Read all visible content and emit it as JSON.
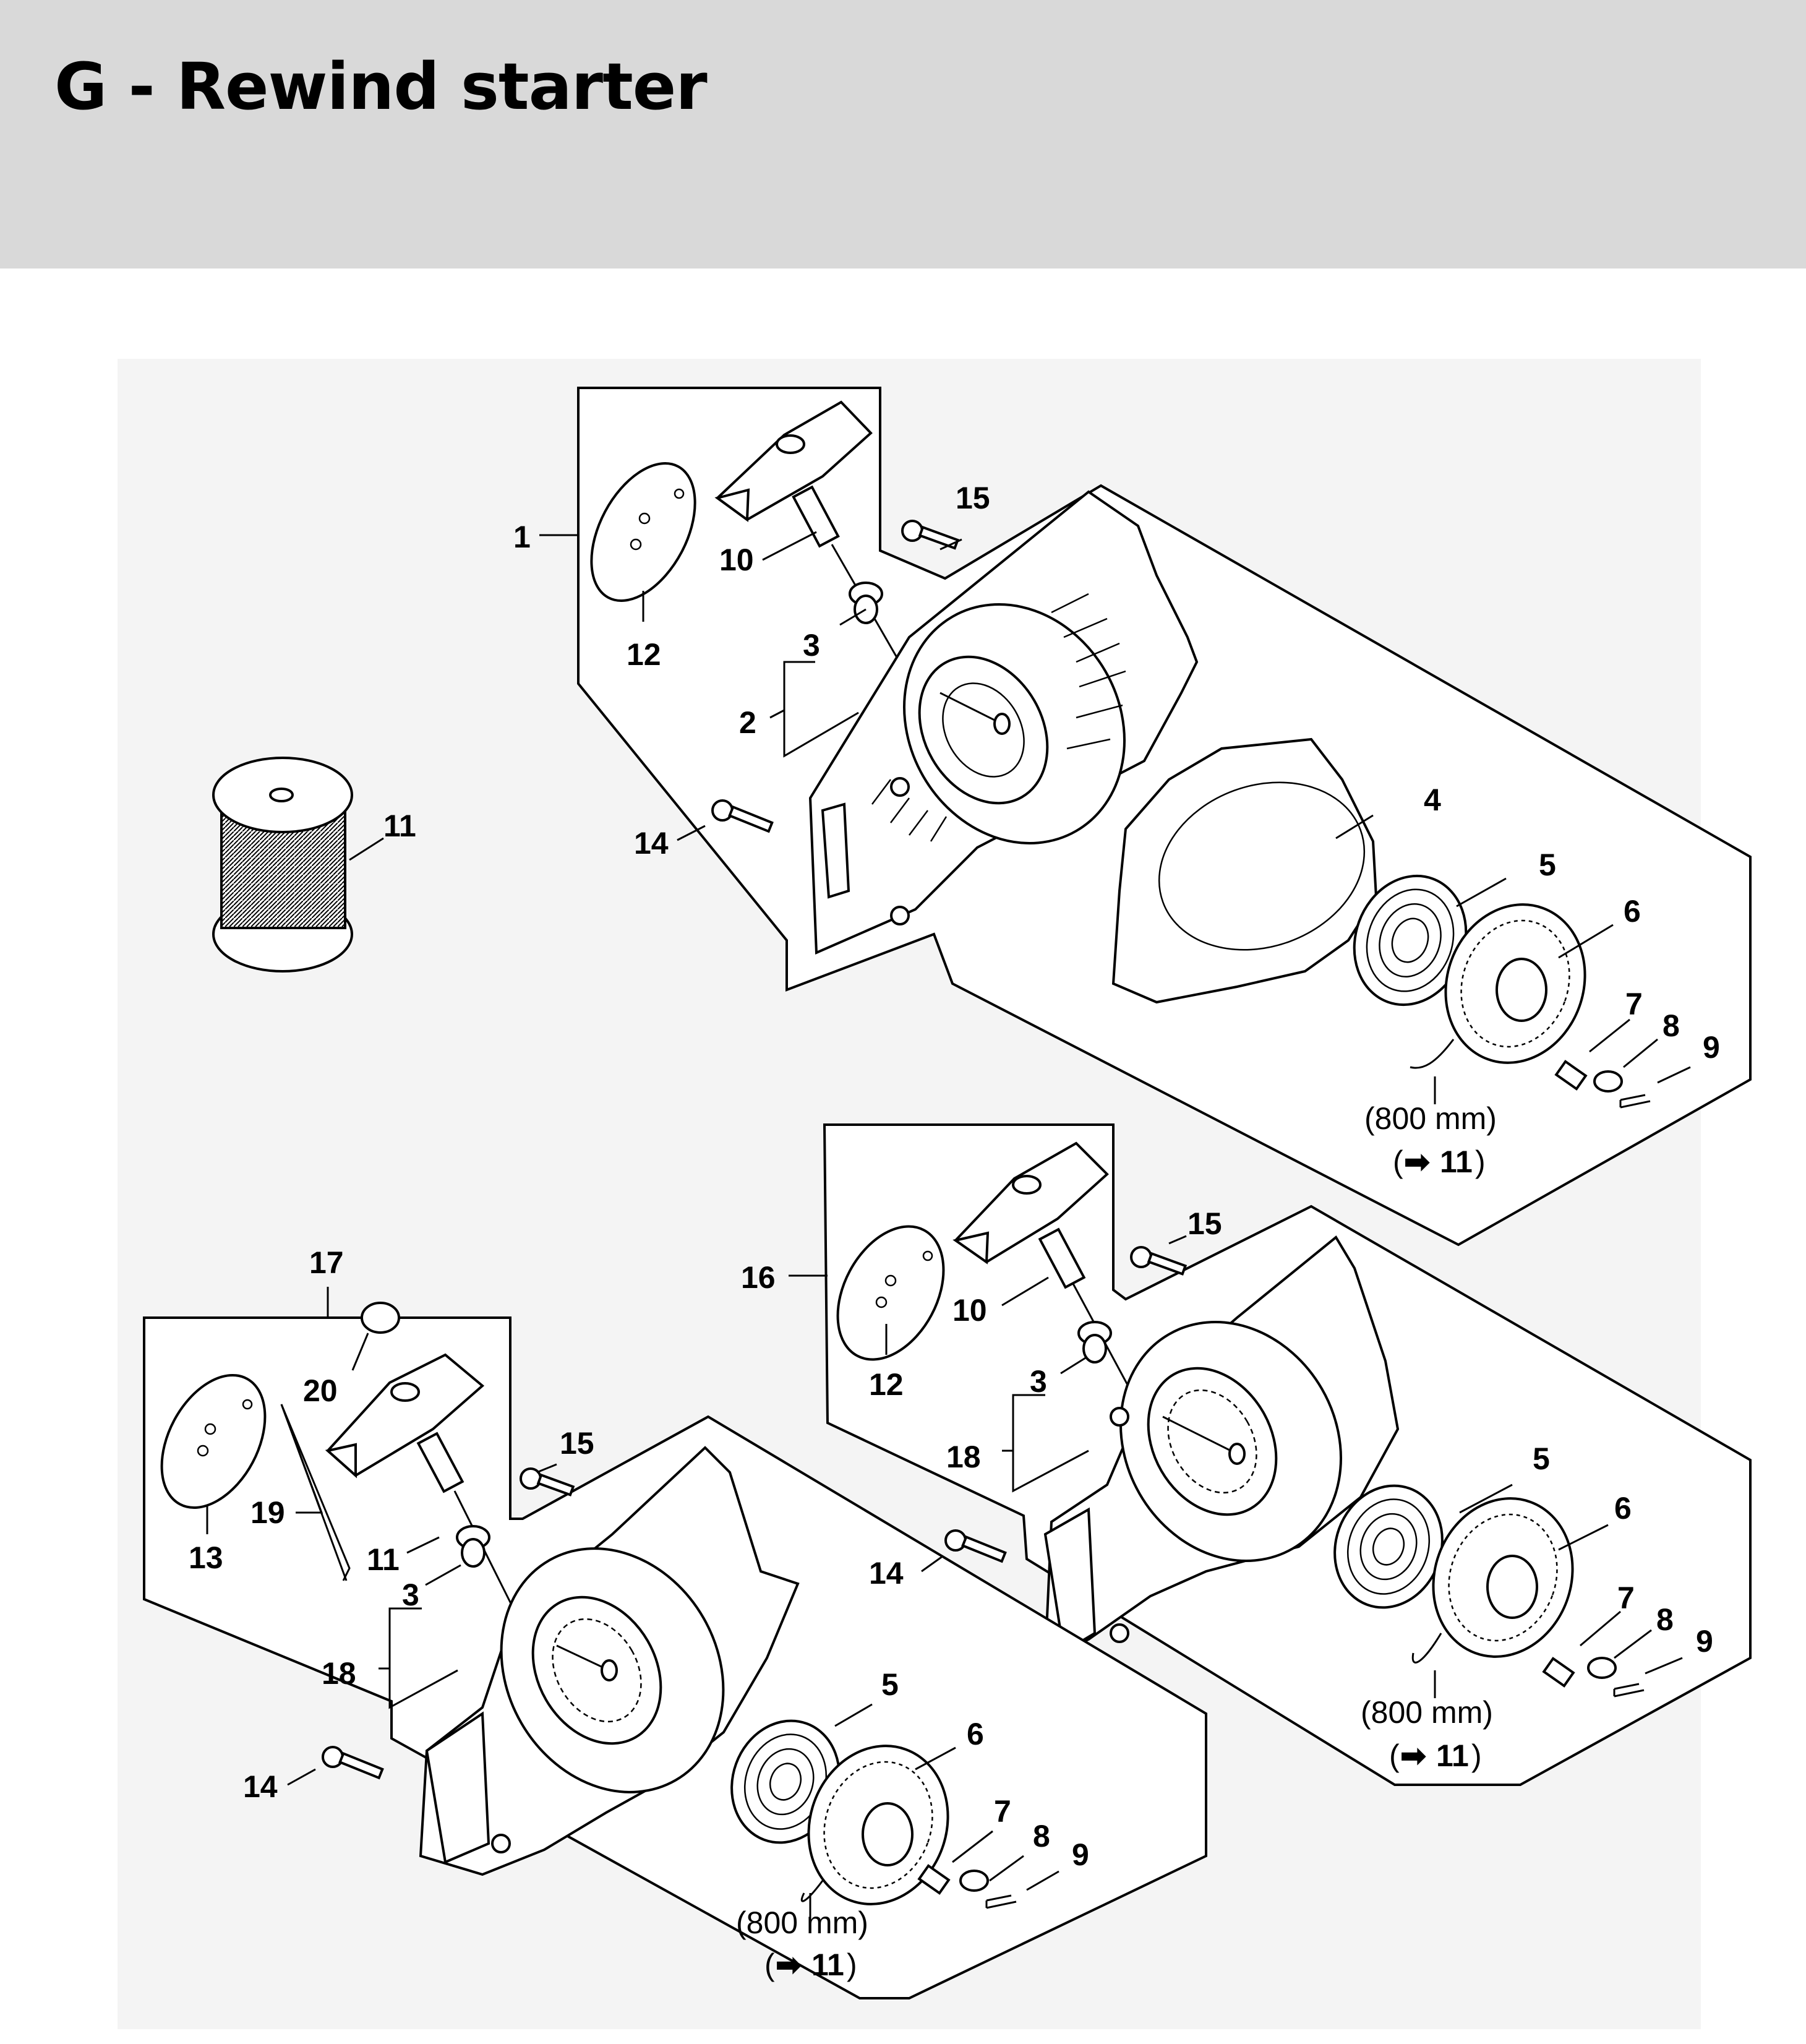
{
  "page": {
    "title": "G - Rewind starter"
  },
  "callouts": {
    "n1": "1",
    "n2": "2",
    "n3": "3",
    "n4": "4",
    "n5": "5",
    "n6": "6",
    "n7": "7",
    "n8": "8",
    "n9": "9",
    "n10": "10",
    "n11": "11",
    "n12": "12",
    "n13": "13",
    "n14": "14",
    "n15": "15",
    "n16": "16",
    "n17": "17",
    "n18": "18",
    "n19": "19",
    "n20": "20"
  },
  "notes": {
    "rope_length": "(800 mm)",
    "rope_ref_arrow": "➡",
    "rope_ref_num": "11"
  },
  "colors": {
    "header_band": "#d9d9d9",
    "diagram_bg": "#f4f4f4",
    "line": "#000000"
  }
}
